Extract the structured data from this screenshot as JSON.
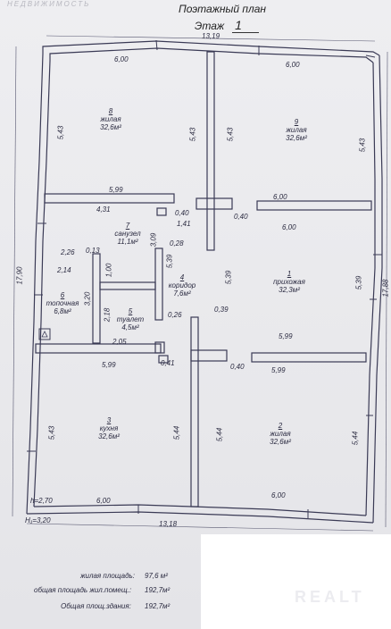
{
  "header": {
    "watermark": "НЕДВИЖИМОСТЬ",
    "title": "Поэтажный план",
    "floor_label": "Этаж",
    "floor_number": "1"
  },
  "outer_dims": {
    "top": "13,19",
    "bottom": "13,18",
    "left": "17,90",
    "right": "17,88",
    "h": "h=2,70",
    "H": "H₁=3,20"
  },
  "rooms": {
    "r8": {
      "num": "8",
      "name": "жилая",
      "area": "32,6м²"
    },
    "r9": {
      "num": "9",
      "name": "жилая",
      "area": "32,6м²"
    },
    "r7": {
      "num": "7",
      "name": "санузел",
      "area": "11,1м²"
    },
    "r6": {
      "num": "6",
      "name": "топочная",
      "area": "6,8м²"
    },
    "r5": {
      "num": "5",
      "name": "туалет",
      "area": "4,5м²"
    },
    "r4": {
      "num": "4",
      "name": "коридор",
      "area": "7,6м²"
    },
    "r1": {
      "num": "1",
      "name": "прихожая",
      "area": "32,3м²"
    },
    "r3": {
      "num": "3",
      "name": "кухня",
      "area": "32,6м²"
    },
    "r2": {
      "num": "2",
      "name": "жилая",
      "area": "32,6м²"
    }
  },
  "dims": {
    "d600_tl": "6,00",
    "d600_tr": "6,00",
    "d543_l": "5,43",
    "d543_m1": "5,43",
    "d543_m2": "5,43",
    "d543_r": "5,43",
    "d599_a": "5,99",
    "d600_b": "6,00",
    "d431": "4,31",
    "d040_a": "0,40",
    "d141": "1,41",
    "d040_b": "0,40",
    "d600_c": "6,00",
    "d226": "2,26",
    "d013": "0,13",
    "d309": "3,09",
    "d028": "0,28",
    "d214": "2,14",
    "d100": "1,00",
    "d539_a": "5,39",
    "d539_b": "5,39",
    "d539_c": "5,39",
    "d320": "3,20",
    "d218": "2,18",
    "d026": "0,26",
    "d039": "0,39",
    "d599_b": "5,99",
    "d205": "2,05",
    "d599_c": "5,99",
    "d041": "0,41",
    "d040_c": "0,40",
    "d599_d": "5,99",
    "d543_ll": "5,43",
    "d544_a": "5,44",
    "d544_b": "5,44",
    "d544_c": "5,44",
    "d600_bl": "6,00",
    "d600_br": "6,00"
  },
  "summary": {
    "living_label": "жилая площадь:",
    "living_value": "97,6 м²",
    "total_res_label": "общая площадь жил.помещ.:",
    "total_res_value": "192,7м²",
    "total_bld_label": "Общая площ.здания:",
    "total_bld_value": "192,7м²"
  },
  "brand": "REALT"
}
